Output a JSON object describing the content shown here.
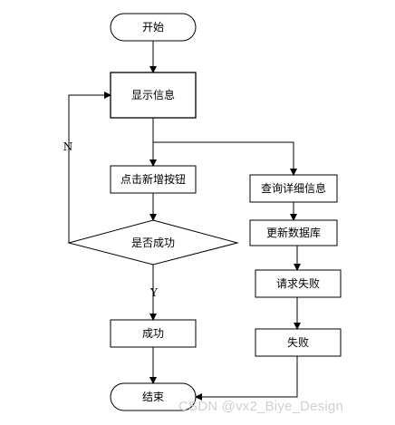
{
  "nodes": {
    "start": "开始",
    "show_info": "显示信息",
    "click_add": "点击新增按钮",
    "is_success": "是否成功",
    "success": "成功",
    "end": "结束",
    "query_detail": "查询详细信息",
    "update_db": "更新数据库",
    "request_fail": "请求失败",
    "fail": "失败"
  },
  "edges": {
    "no": "N",
    "yes": "Y"
  },
  "watermark": "CSDN @vx2_Biye_Design",
  "colors": {
    "stroke": "#000000",
    "background": "#ffffff",
    "watermark": "#d0d0d0"
  }
}
